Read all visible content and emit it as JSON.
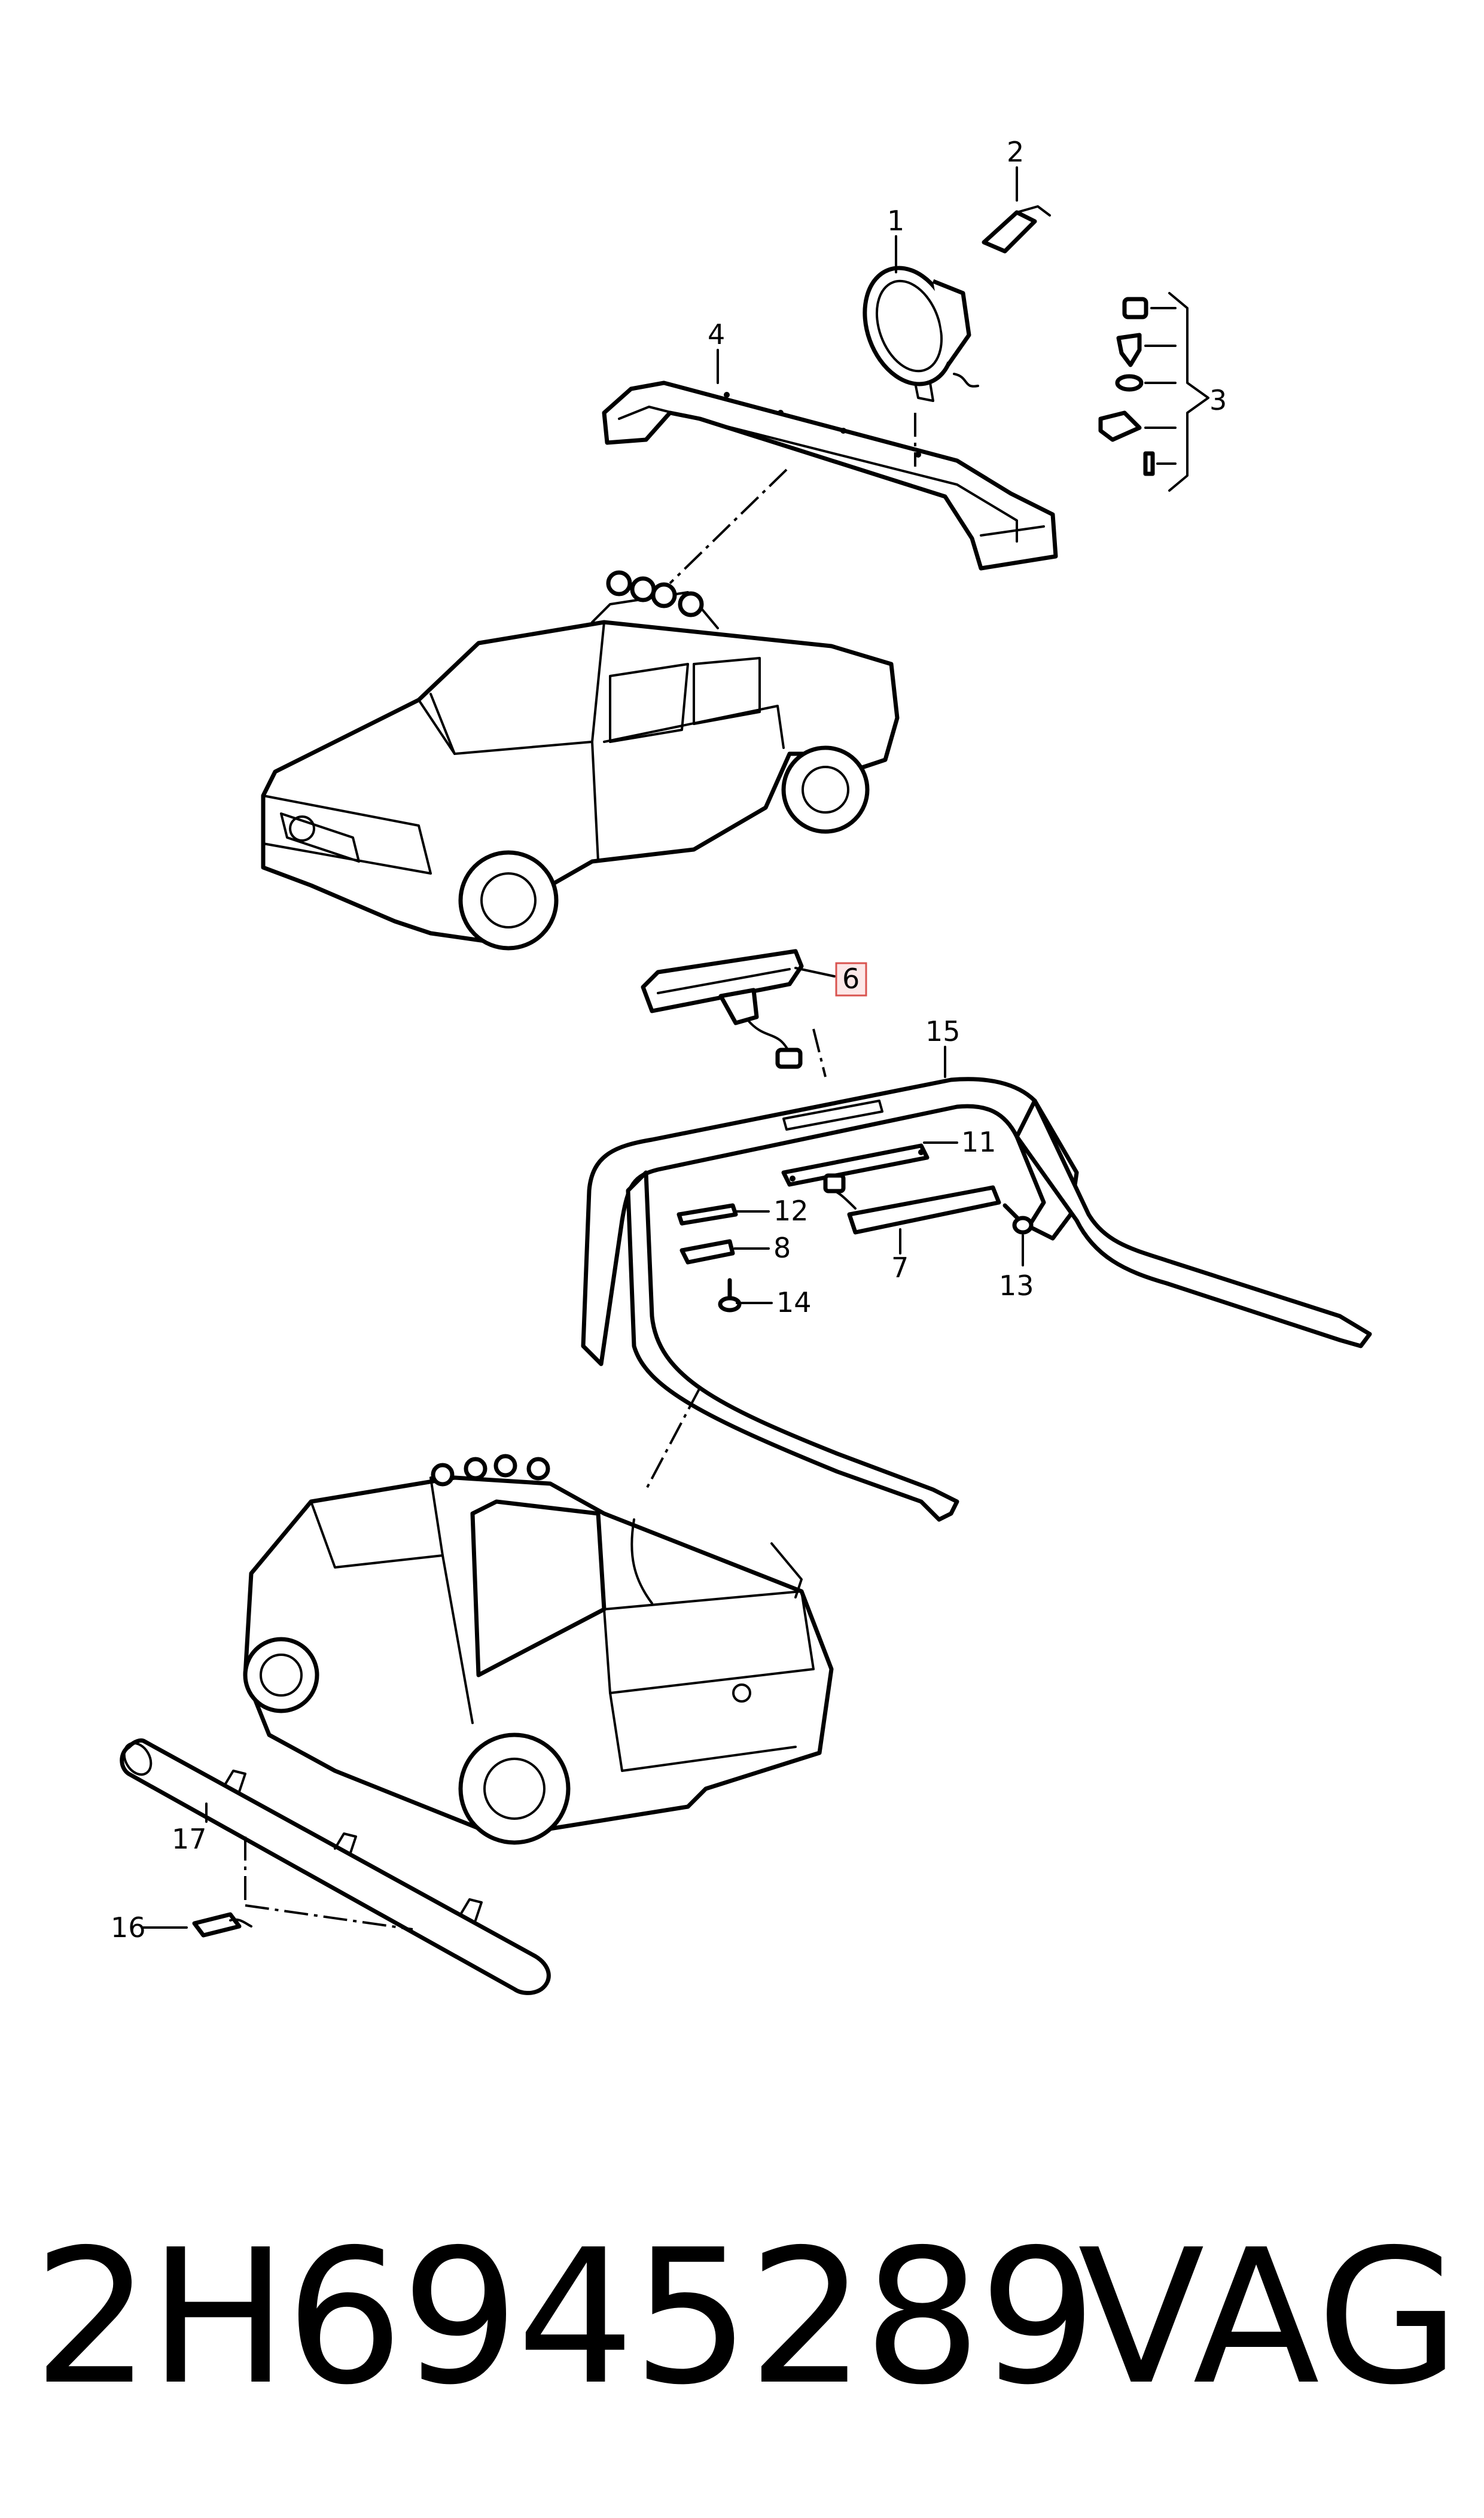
{
  "callouts": {
    "c1": "1",
    "c2": "2",
    "c3": "3",
    "c4": "4",
    "c6": "6",
    "c7": "7",
    "c8": "8",
    "c11": "11",
    "c12": "12",
    "c13": "13",
    "c14": "14",
    "c15": "15",
    "c16": "16",
    "c17": "17"
  },
  "highlighted_callout": "6",
  "colors": {
    "line": "#000000",
    "highlight_stroke": "#d9534f",
    "highlight_fill": "#fde8e8"
  },
  "footer": {
    "part_number": "2H6945289",
    "brand": "VAG"
  }
}
